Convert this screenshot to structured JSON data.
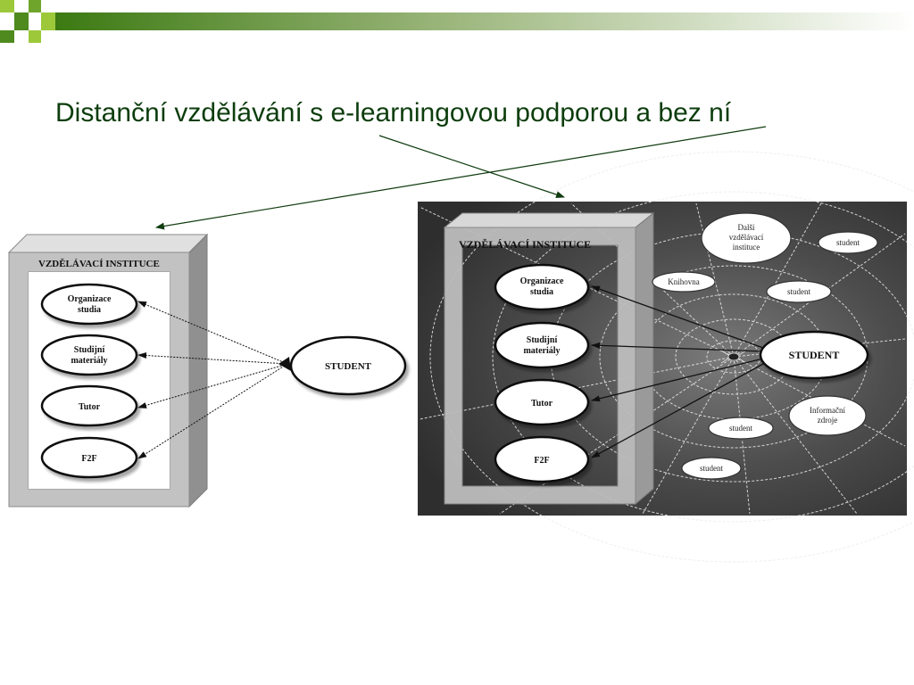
{
  "slide": {
    "title": "Distanční vzdělávání s e-learningovou podporou a bez ní"
  },
  "left_diagram": {
    "institution_label": "VZDĚLÁVACÍ INSTITUCE",
    "items": [
      {
        "lines": [
          "Organizace",
          "studia"
        ]
      },
      {
        "lines": [
          "Studijní",
          "materiály"
        ]
      },
      {
        "lines": [
          "Tutor"
        ]
      },
      {
        "lines": [
          "F2F"
        ]
      }
    ],
    "student_label": "STUDENT"
  },
  "right_diagram": {
    "institution_label": "VZDĚLÁVACÍ INSTITUCE",
    "items": [
      {
        "lines": [
          "Organizace",
          "studia"
        ]
      },
      {
        "lines": [
          "Studijní",
          "materiály"
        ]
      },
      {
        "lines": [
          "Tutor"
        ]
      },
      {
        "lines": [
          "F2F"
        ]
      }
    ],
    "student_label": "STUDENT",
    "other_nodes": {
      "other_institution": [
        "Další",
        "vzdělávací",
        "instituce"
      ],
      "library": "Knihovna",
      "info_sources": [
        "Informační",
        "zdroje"
      ],
      "student_1": "student",
      "student_2": "student",
      "student_3": "student",
      "student_4": "student"
    }
  },
  "colors": {
    "title": "#0d3d0d",
    "accent_green": "#4e8a1e",
    "light_green": "#9cc83a",
    "frame_gray": "#b8b8b8",
    "web_background": "#4a4a4a"
  }
}
